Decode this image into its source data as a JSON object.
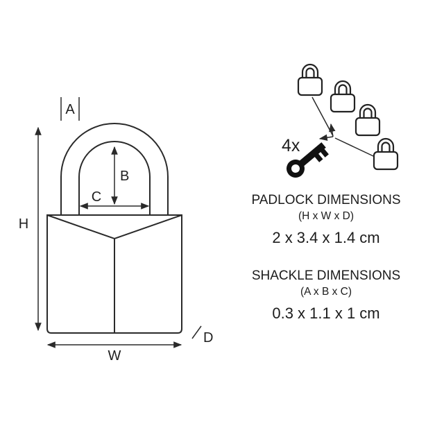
{
  "colors": {
    "ink": "#1f1f1f",
    "background": "#ffffff"
  },
  "diagram": {
    "dim_labels": {
      "a": "A",
      "b": "B",
      "c": "C",
      "h": "H",
      "w": "W",
      "d": "D"
    },
    "multipack": {
      "quantity_label": "4x"
    }
  },
  "specs": [
    {
      "heading": "PADLOCK DIMENSIONS",
      "formula": "(H x W x D)",
      "value": "2 x 3.4 x 1.4 cm"
    },
    {
      "heading": "SHACKLE DIMENSIONS",
      "formula": "(A x B x C)",
      "value": "0.3 x 1.1 x 1 cm"
    }
  ]
}
